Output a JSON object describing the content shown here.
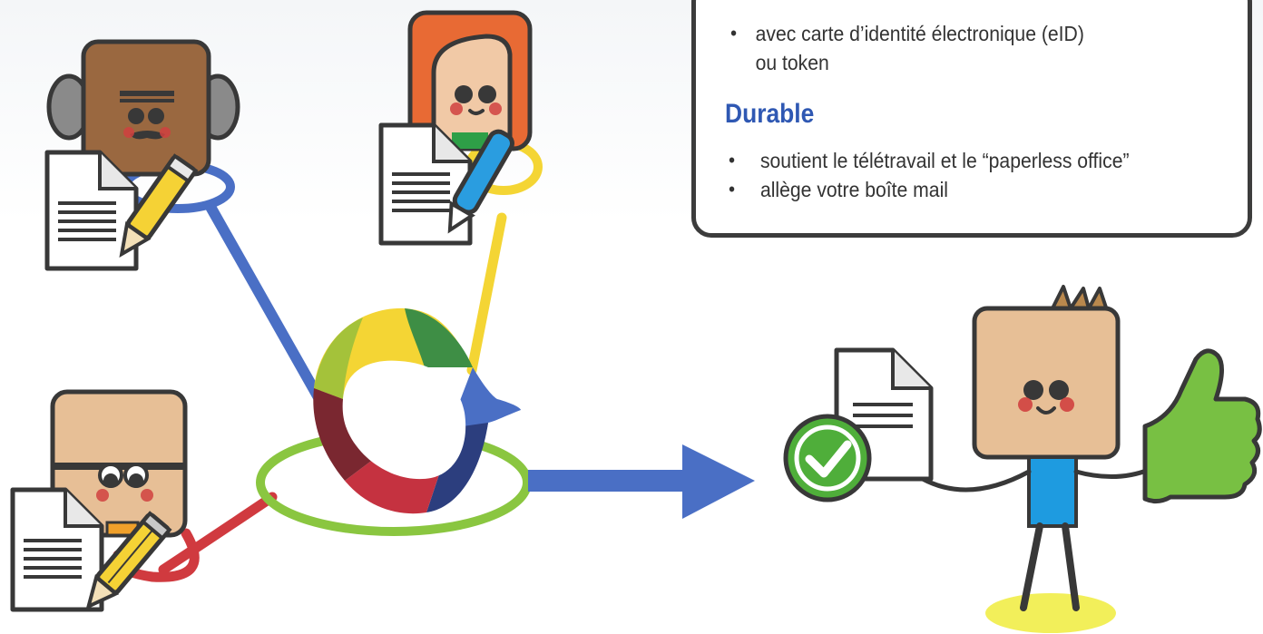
{
  "info_box": {
    "list_one": [
      {
        "line1": "avec carte d’identité électronique (eID)",
        "line2": "ou token"
      }
    ],
    "heading": "Durable",
    "list_two": [
      "soutient le télétravail et le “paperless office”",
      "allège votre boîte mail"
    ],
    "bullet": "•"
  },
  "colors": {
    "heading_blue": "#2f58b3",
    "line_blue": "#4a6fc5",
    "line_yellow": "#f4d534",
    "line_red": "#d03a3f",
    "ring_green": "#8ac640",
    "check_green": "#4fae3a",
    "thumb_green": "#78c043",
    "shirt_blue": "#1e9be0",
    "pen_blue": "#2a9de0",
    "pencil_yellow": "#f5d235",
    "outline": "#383838"
  },
  "icons": [
    "signer-man-mustache",
    "signer-woman-redhair",
    "signer-man-glasses",
    "document-icon",
    "pencil-icon",
    "pen-icon",
    "swirl-logo",
    "arrow-right-icon",
    "check-circle-icon",
    "thumbs-up-icon",
    "recipient-man"
  ]
}
